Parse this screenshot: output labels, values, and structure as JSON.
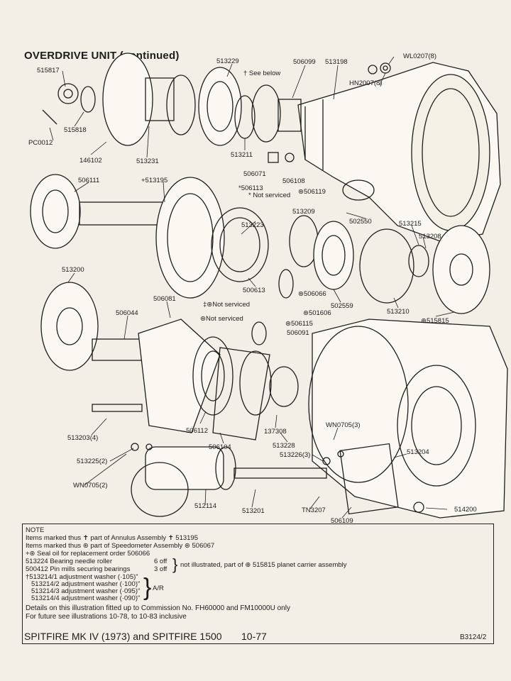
{
  "title": "OVERDRIVE UNIT (continued)",
  "parts": [
    {
      "id": "wl0207",
      "text": "WL0207(8)"
    },
    {
      "id": "hn2007",
      "text": "HN2007(8)"
    },
    {
      "id": "p515817",
      "text": "515817"
    },
    {
      "id": "p513229",
      "text": "513229"
    },
    {
      "id": "seebelow",
      "text": "† See below"
    },
    {
      "id": "p506099",
      "text": "506099"
    },
    {
      "id": "p513198",
      "text": "513198"
    },
    {
      "id": "p515818",
      "text": "515818"
    },
    {
      "id": "pc0012",
      "text": "PC0012"
    },
    {
      "id": "p146102",
      "text": "146102"
    },
    {
      "id": "p513231",
      "text": "513231"
    },
    {
      "id": "p513211",
      "text": "513211"
    },
    {
      "id": "p506071",
      "text": "506071"
    },
    {
      "id": "p506108",
      "text": "506108"
    },
    {
      "id": "p506111",
      "text": "506111"
    },
    {
      "id": "p513195",
      "text": "+513195"
    },
    {
      "id": "p506113",
      "text": "*506113"
    },
    {
      "id": "notserviced1",
      "text": "* Not serviced"
    },
    {
      "id": "p506119",
      "text": "⊛506119"
    },
    {
      "id": "p513209",
      "text": "513209"
    },
    {
      "id": "p502550",
      "text": "502550"
    },
    {
      "id": "p513215",
      "text": "513215"
    },
    {
      "id": "p513208",
      "text": "513208"
    },
    {
      "id": "p513223",
      "text": "513223"
    },
    {
      "id": "p513200",
      "text": "513200"
    },
    {
      "id": "p500613",
      "text": "500613"
    },
    {
      "id": "p506066",
      "text": "⊛506066"
    },
    {
      "id": "p502559",
      "text": "502559"
    },
    {
      "id": "p513210",
      "text": "513210"
    },
    {
      "id": "p515815",
      "text": "⊕515815"
    },
    {
      "id": "p506081",
      "text": "506081"
    },
    {
      "id": "notserviced2",
      "text": "‡⊛Not serviced"
    },
    {
      "id": "p501606",
      "text": "⊛501606"
    },
    {
      "id": "p506044",
      "text": "506044"
    },
    {
      "id": "notserviced3",
      "text": "⊛Not serviced"
    },
    {
      "id": "p506115",
      "text": "⊛506115"
    },
    {
      "id": "p506091",
      "text": "506091"
    },
    {
      "id": "p506112",
      "text": "506112"
    },
    {
      "id": "p137308",
      "text": "137308"
    },
    {
      "id": "wn0705_3",
      "text": "WN0705(3)"
    },
    {
      "id": "p513203",
      "text": "513203(4)"
    },
    {
      "id": "p506104",
      "text": "506104"
    },
    {
      "id": "p513228",
      "text": "513228"
    },
    {
      "id": "p513226",
      "text": "513226(3)"
    },
    {
      "id": "p513204",
      "text": "513204"
    },
    {
      "id": "p513225",
      "text": "513225(2)"
    },
    {
      "id": "wn0705_2",
      "text": "WN0705(2)"
    },
    {
      "id": "p512114",
      "text": "512114"
    },
    {
      "id": "p513201",
      "text": "513201"
    },
    {
      "id": "tn3207",
      "text": "TN3207"
    },
    {
      "id": "p514200",
      "text": "514200"
    },
    {
      "id": "p506109",
      "text": "506109"
    }
  ],
  "notes": {
    "heading": "NOTE",
    "line1": "Items marked thus ✝ part of Annulus Assembly ✝ 513195",
    "line2": "Items marked thus ⊛ part of Speedometer Assembly ⊛ 506067",
    "line3": "+⊛ Seal oil for replacement order 506066",
    "line4": "513224 Bearing  needle roller",
    "line5": "500412 Pin mills  securing bearings",
    "off6": "6 off",
    "off3": "3 off",
    "notill": "not illustrated, part of ⊕ 515815  planet carrier assembly",
    "w1": "†513214/1 adjustment washer (·105)\"",
    "w2": "513214/2 adjustment washer (·100)\"",
    "w3": "513214/3 adjustment washer (·095)\"",
    "w4": "513214/4 adjustment washer (·090)\"",
    "ar": "A/R",
    "details": "Details on this illustration fitted up to  Commission No. FH60000 and FM10000U only",
    "future": "For future see illustrations 10-78, to 10-83 inclusive"
  },
  "footer": {
    "model": "SPITFIRE MK IV (1973) and SPITFIRE 1500",
    "page": "10-77",
    "ref": "B3124/2"
  }
}
